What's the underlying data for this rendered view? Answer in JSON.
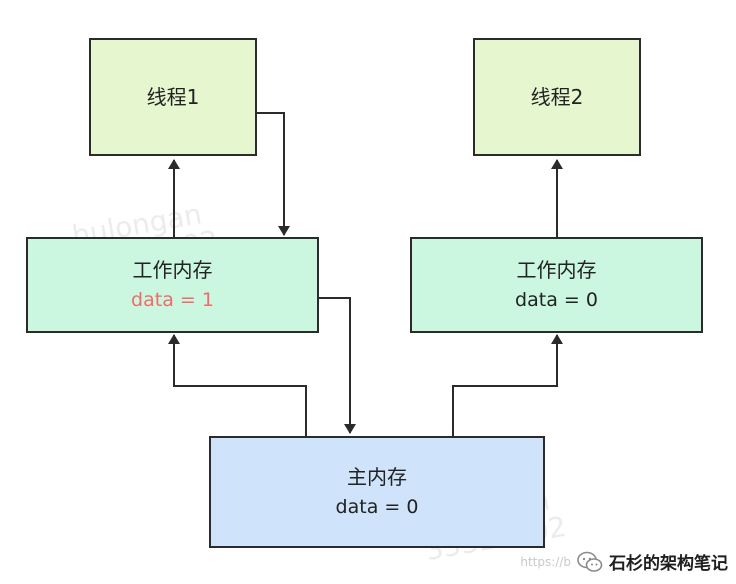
{
  "thread1": {
    "label": "线程1"
  },
  "thread2": {
    "label": "线程2"
  },
  "work1": {
    "label": "工作内存",
    "value": "data = 1",
    "value_color": "#f06a6a"
  },
  "work2": {
    "label": "工作内存",
    "value": "data = 0",
    "value_color": "#222222"
  },
  "main_memory": {
    "label": "主内存",
    "value": "data = 0"
  },
  "watermark": {
    "name": "hulongan",
    "id": "35321002"
  },
  "credit": {
    "url": "https://b",
    "name": "石杉的架构笔记",
    "icon": "wechat-icon"
  },
  "colors": {
    "thread_fill": "#e6f7cf",
    "work_fill": "#cbf7e1",
    "main_fill": "#cfe3fb",
    "stroke": "#2b2b2b"
  }
}
